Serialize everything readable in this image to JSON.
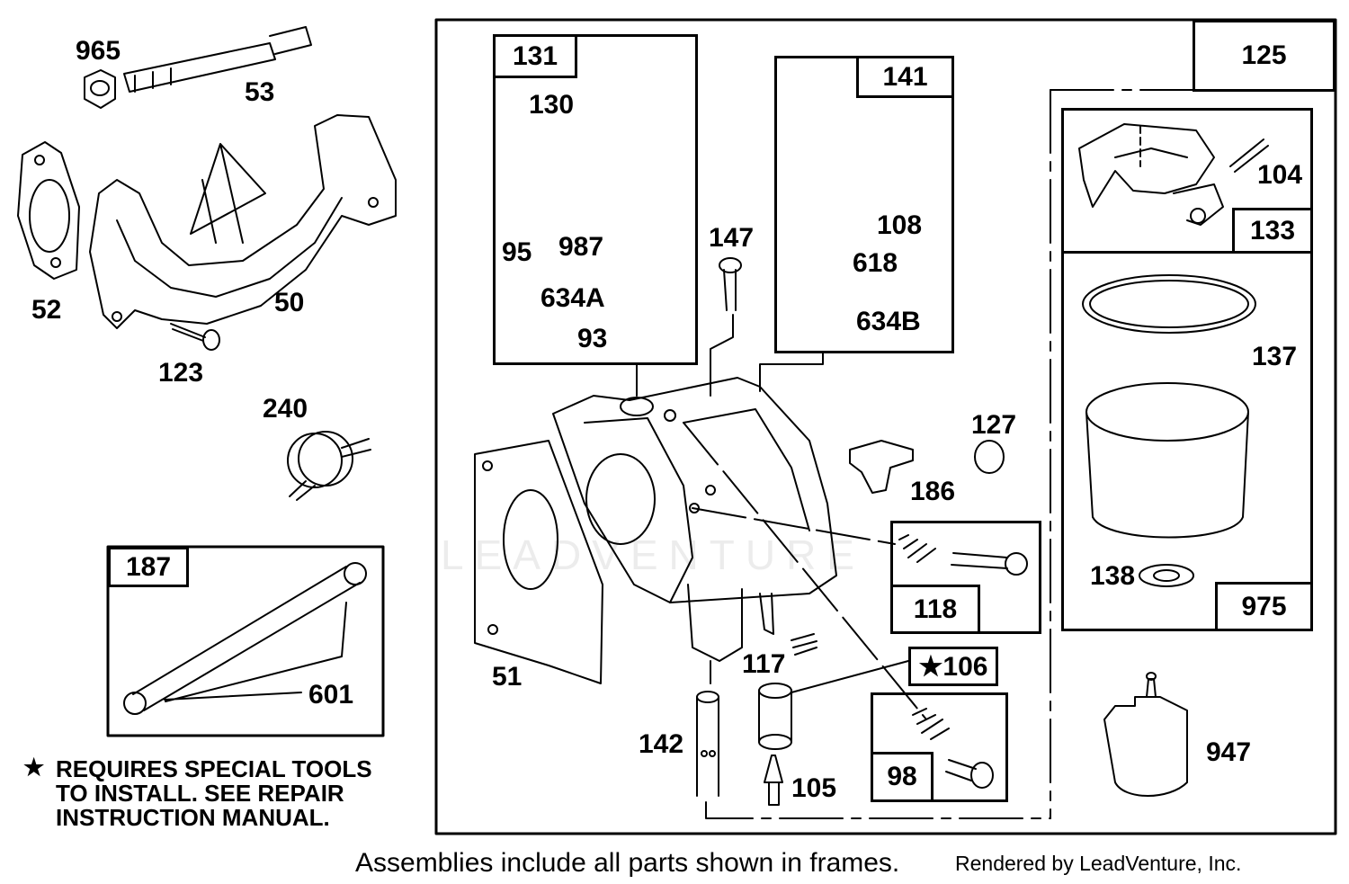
{
  "diagram": {
    "part_labels": {
      "p965": "965",
      "p53": "53",
      "p52": "52",
      "p50": "50",
      "p123": "123",
      "p240": "240",
      "p130": "130",
      "p95": "95",
      "p987": "987",
      "p634a": "634A",
      "p93": "93",
      "p147": "147",
      "p108": "108",
      "p618": "618",
      "p634b": "634B",
      "p127": "127",
      "p186": "186",
      "p51": "51",
      "p117": "117",
      "p142": "142",
      "p105": "105",
      "p104": "104",
      "p137": "137",
      "p138": "138",
      "p947": "947",
      "p601": "601"
    },
    "frame_labels": {
      "f131": "131",
      "f141": "141",
      "f125": "125",
      "f133": "133",
      "f975": "975",
      "f118": "118",
      "f106": "★106",
      "f98": "98",
      "f187": "187"
    },
    "note": {
      "star": "★",
      "line1": "REQUIRES SPECIAL TOOLS",
      "line2": "TO INSTALL.  SEE REPAIR",
      "line3": "INSTRUCTION MANUAL."
    },
    "footer": "Assemblies include all parts shown in frames.",
    "credit": "Rendered by LeadVenture, Inc.",
    "watermark": "LEADVENTURE"
  }
}
